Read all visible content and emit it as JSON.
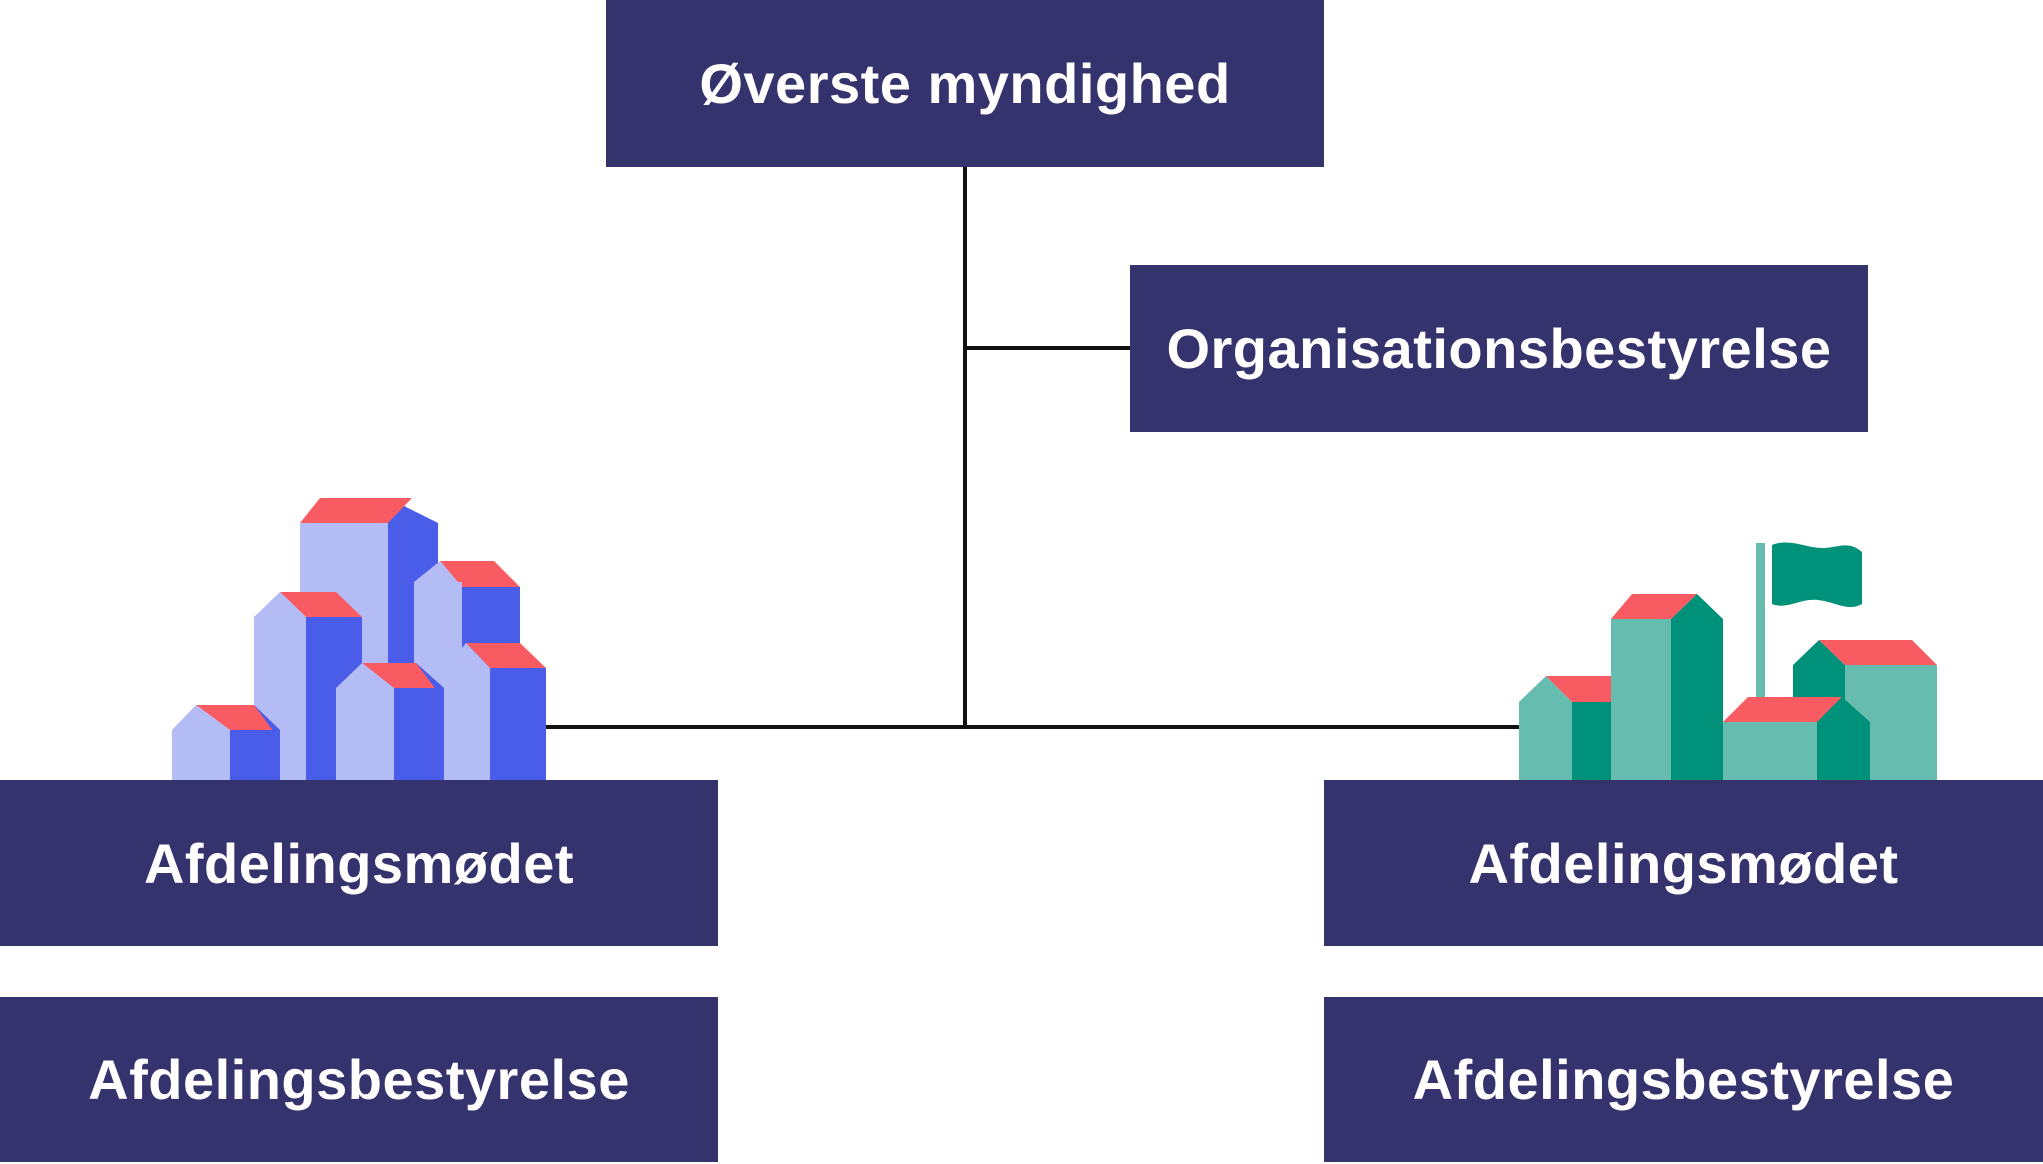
{
  "nodes": {
    "top": "Øverste myndighed",
    "org_board": "Organisationsbestyrelse",
    "left_meeting": "Afdelingsmødet",
    "left_board": "Afdelingsbestyrelse",
    "right_meeting": "Afdelingsmødet",
    "right_board": "Afdelingsbestyrelse"
  },
  "colors": {
    "box_fill": "#35336d",
    "box_text": "#ffffff",
    "connector": "#111111",
    "roof": "#f95b63",
    "left_building_light": "#b3bcf4",
    "left_building_dark": "#4a5de8",
    "right_building_light": "#67bcb0",
    "right_building_dark": "#00917a"
  },
  "icons": {
    "left_illustration": "apartment-buildings-illustration",
    "right_illustration": "houses-with-flag-illustration"
  }
}
